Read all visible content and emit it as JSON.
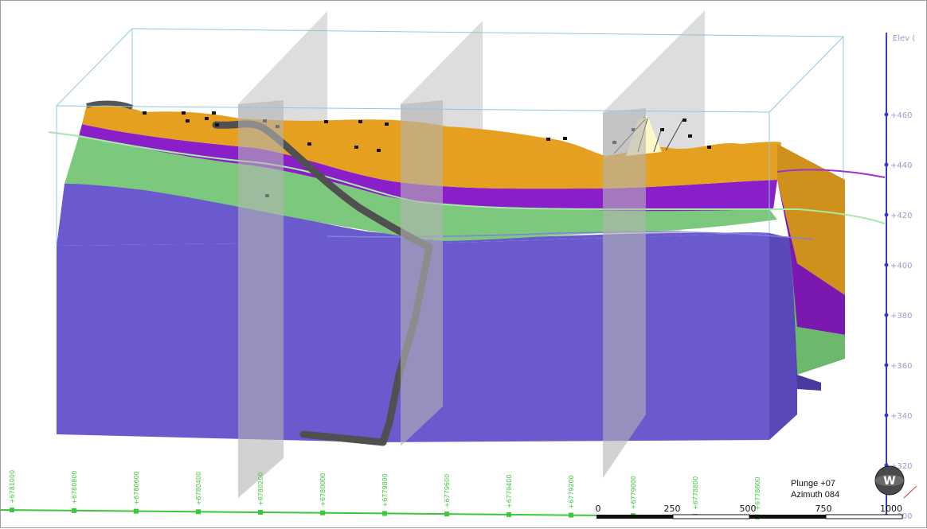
{
  "elevation_axis": {
    "title": "Elev (",
    "ticks": [
      "+460",
      "+440",
      "+420",
      "+400",
      "+380",
      "+360",
      "+340",
      "+320",
      "+300"
    ],
    "color": "#3a3ac8"
  },
  "northing_axis": {
    "ticks": [
      "+6781000",
      "+6780800",
      "+6780600",
      "+6780400",
      "+6780200",
      "+6780000",
      "+6779800",
      "+6779600",
      "+6779400",
      "+6779200",
      "+6779000",
      "+6778800",
      "+6778600"
    ],
    "color": "#3cc83c"
  },
  "orientation": {
    "plunge": "Plunge +07",
    "azimuth": "Azimuth 084"
  },
  "scale_bar": {
    "labels": [
      "0",
      "250",
      "500",
      "750",
      "1000"
    ]
  },
  "compass": {
    "letter": "W"
  },
  "colors": {
    "topsoil": "#e6a020",
    "purple_layer": "#8a1ec8",
    "green_layer": "#7cc87c",
    "basement": "#6a5acd",
    "fault": "#505050",
    "section_plane": "#b4b4b4",
    "bounding_box": "#8cc8e6"
  }
}
